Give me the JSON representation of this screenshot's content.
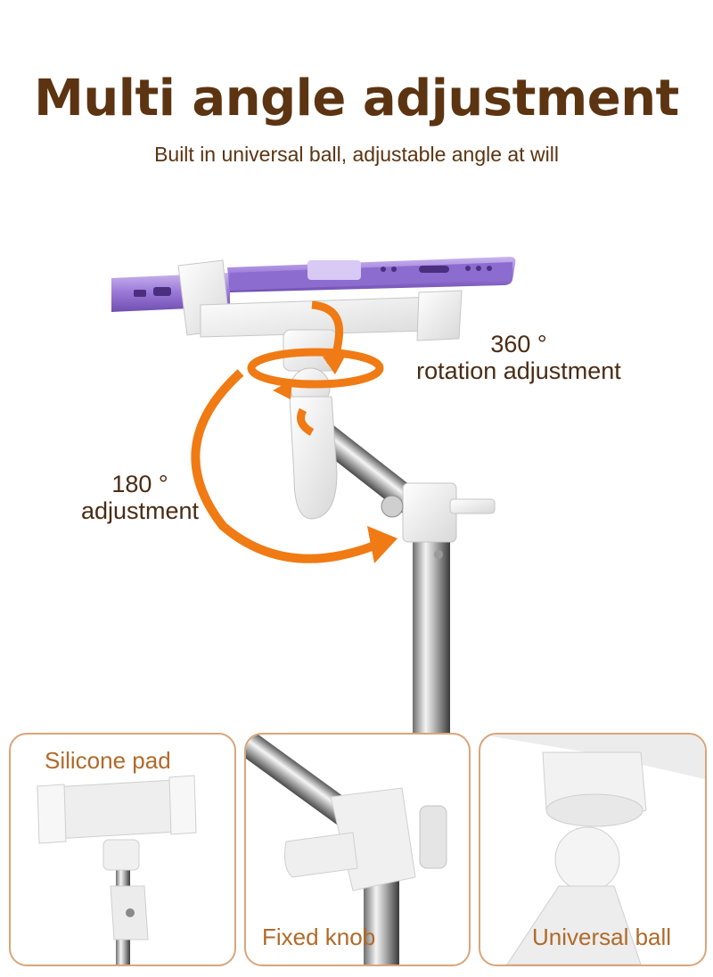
{
  "header": {
    "title": "Multi angle adjustment",
    "subtitle": "Built in universal ball, adjustable angle at will"
  },
  "annotations": {
    "rotation_360_line1": "360 °",
    "rotation_360_line2": "rotation adjustment",
    "adjust_180_line1": "180 °",
    "adjust_180_line2": "adjustment"
  },
  "detail_panels": [
    {
      "label": "Silicone pad"
    },
    {
      "label": "Fixed knob"
    },
    {
      "label": "Universal ball"
    }
  ],
  "colors": {
    "title": "#5c3411",
    "arrow": "#f07a14",
    "panel_border": "#d9a57a",
    "panel_label": "#b06a2a",
    "phone": "#9a78d8"
  }
}
